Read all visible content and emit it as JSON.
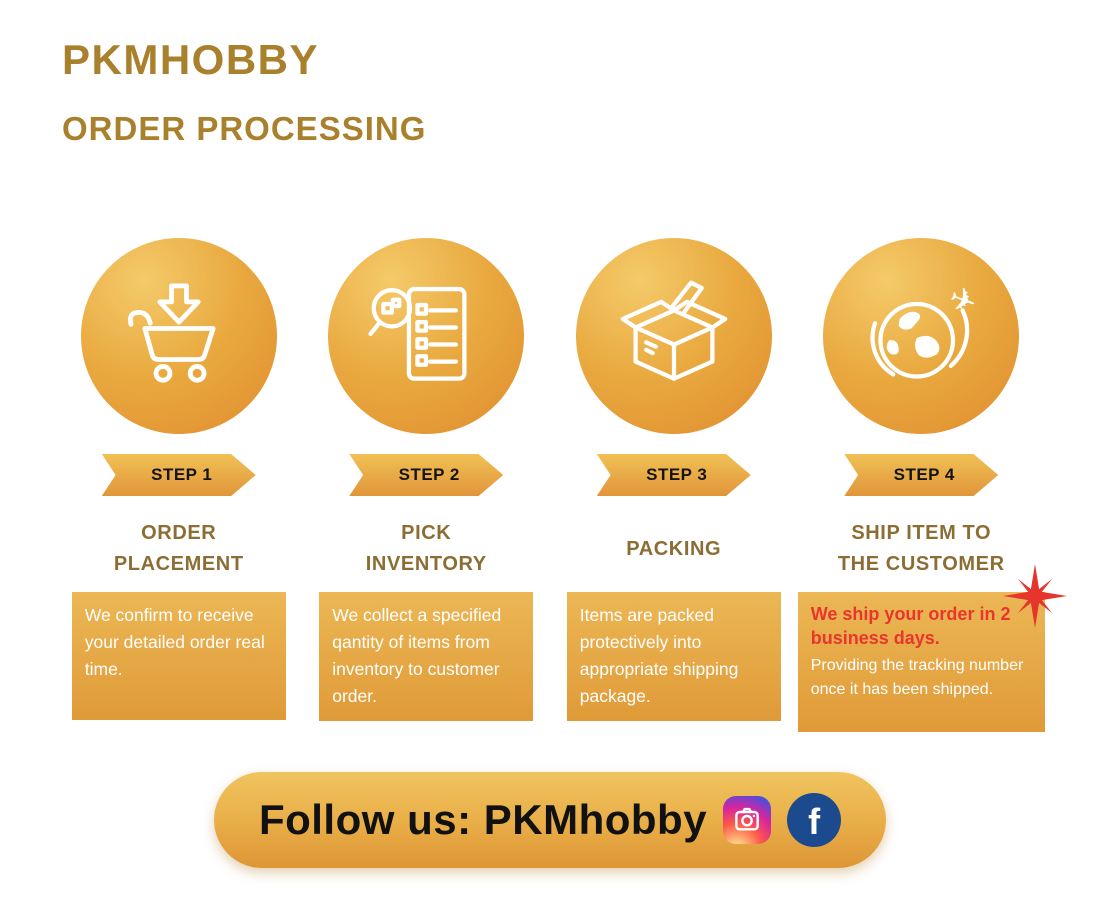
{
  "header": {
    "brand": "PKMHOBBY",
    "subtitle": "ORDER PROCESSING"
  },
  "steps": [
    {
      "badge": "STEP 1",
      "title": "ORDER\nPLACEMENT",
      "description": "We confirm to receive your detailed order real time.",
      "icon": "cart-download-icon"
    },
    {
      "badge": "STEP 2",
      "title": "PICK\nINVENTORY",
      "description": "We collect a specified qantity of items from inventory to customer order.",
      "icon": "inventory-checklist-icon"
    },
    {
      "badge": "STEP 3",
      "title": "PACKING",
      "description": "Items are packed protectively into appropriate shipping package.",
      "icon": "packing-box-icon"
    },
    {
      "badge": "STEP 4",
      "title": "SHIP ITEM TO\nTHE CUSTOMER",
      "description_highlight": "We ship your order in 2 business days.",
      "description": "Providing the tracking number once it has been shipped.",
      "icon": "globe-plane-icon"
    }
  ],
  "footer": {
    "label": "Follow us: PKMhobby",
    "social": [
      "instagram",
      "facebook"
    ],
    "facebook_glyph": "f"
  },
  "colors": {
    "gold_light": "#f0c45e",
    "gold_dark": "#df8c2e",
    "brand_text": "#a9802c",
    "heading_text": "#8c6d34",
    "highlight_red": "#e8362e",
    "facebook_blue": "#1c4a8e"
  }
}
